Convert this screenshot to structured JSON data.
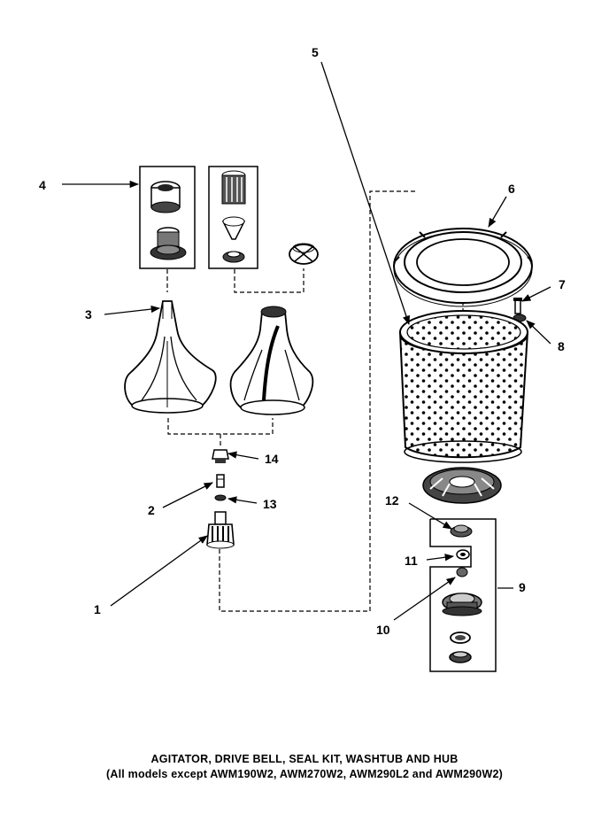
{
  "caption": {
    "line1": "AGITATOR, DRIVE BELL, SEAL KIT, WASHTUB AND HUB",
    "line2": "(All models except AWM190W2, AWM270W2, AWM290L2 and AWM290W2)"
  },
  "callouts": {
    "c1": "1",
    "c2": "2",
    "c3": "3",
    "c4": "4",
    "c5": "5",
    "c6": "6",
    "c7": "7",
    "c8": "8",
    "c9": "9",
    "c10": "10",
    "c11": "11",
    "c12": "12",
    "c13": "13",
    "c14": "14"
  }
}
